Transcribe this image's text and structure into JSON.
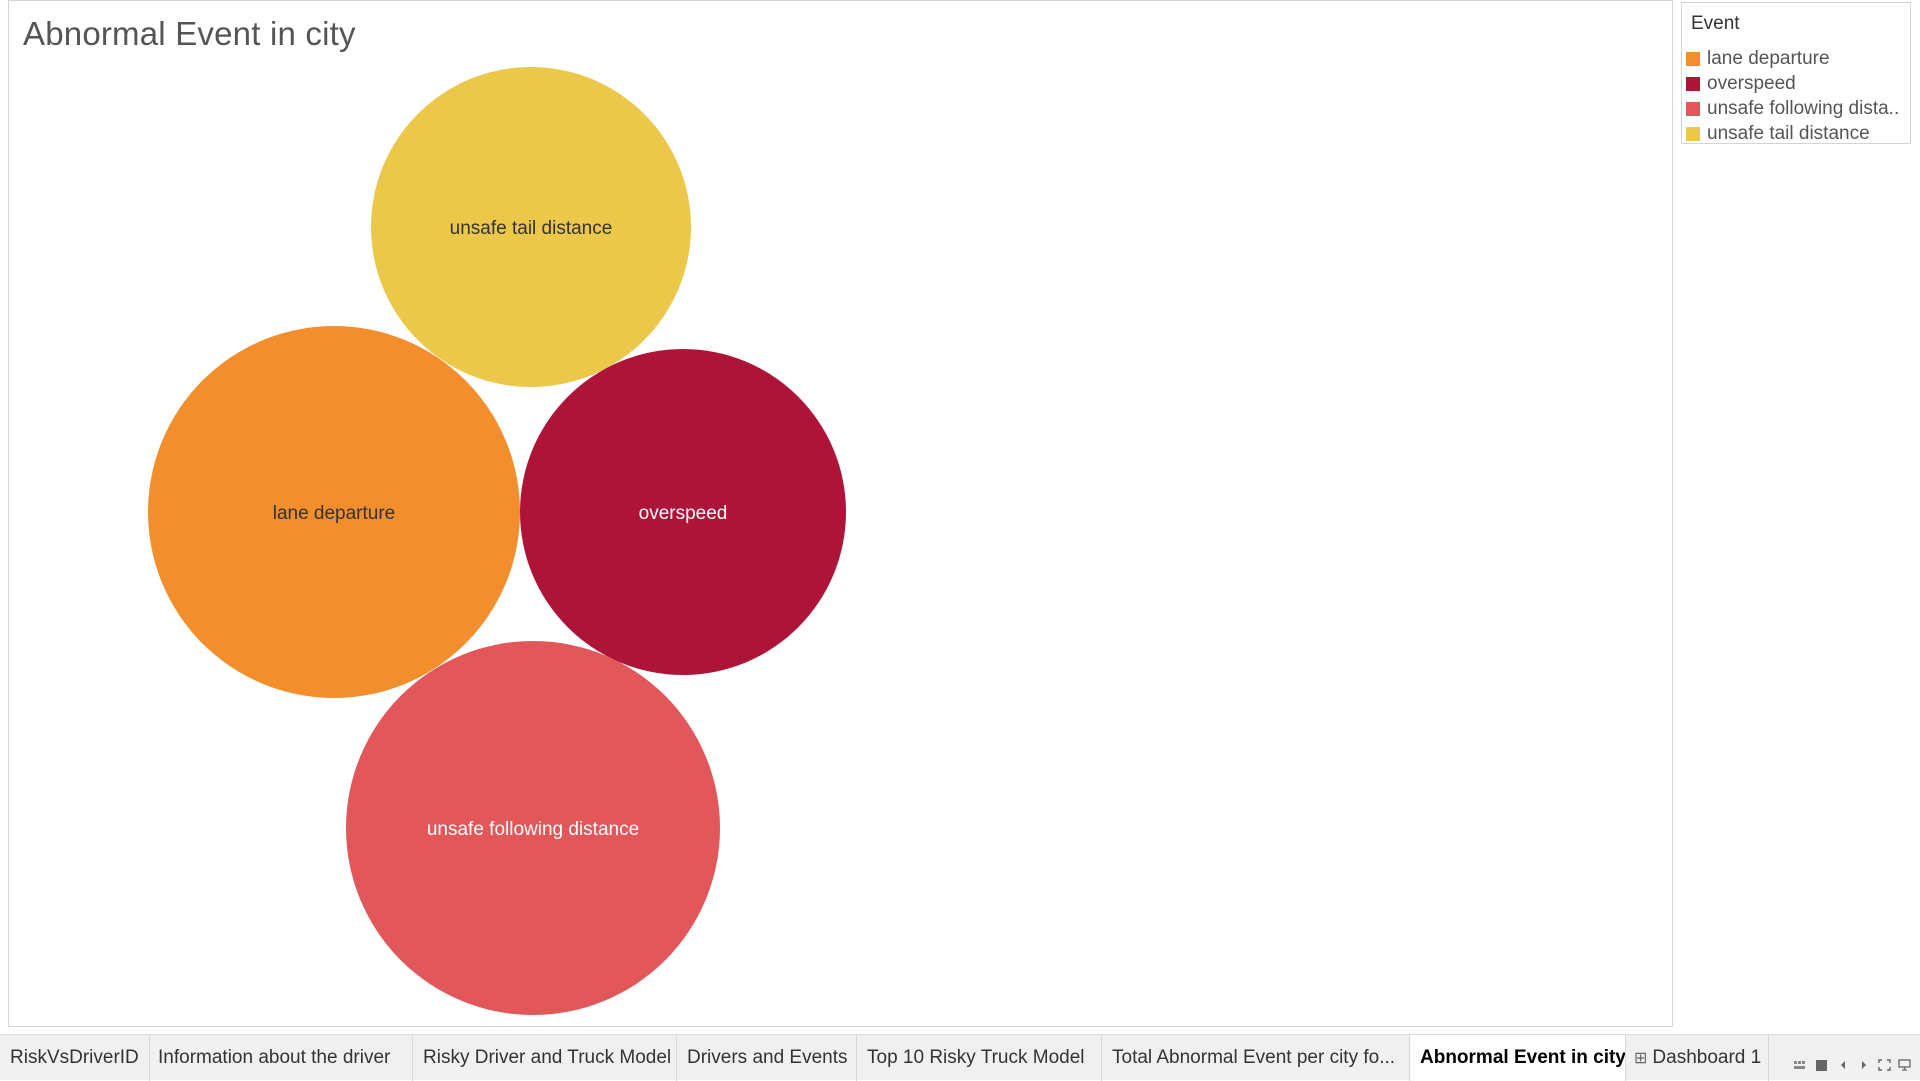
{
  "chart_data": {
    "type": "bubble",
    "title": "Abnormal Event in city",
    "legend": {
      "title": "Event",
      "placement": "right",
      "items": [
        {
          "label": "lane departure",
          "color": "#f28e2c"
        },
        {
          "label": "overspeed",
          "color": "#ad1438"
        },
        {
          "label": "unsafe following dista..",
          "color": "#e1575a"
        },
        {
          "label": "unsafe tail distance",
          "color": "#ebc84a"
        }
      ]
    },
    "bubbles": [
      {
        "label": "unsafe tail distance",
        "color": "#ebc84a",
        "text_color": "#333333"
      },
      {
        "label": "lane departure",
        "color": "#f28e2c",
        "text_color": "#333333"
      },
      {
        "label": "overspeed",
        "color": "#ad1438",
        "text_color": "#ffffff"
      },
      {
        "label": "unsafe following distance",
        "color": "#e1575a",
        "text_color": "#ffffff"
      }
    ]
  },
  "tabs": [
    {
      "label": "RiskVsDriverID",
      "active": false
    },
    {
      "label": "Information about the driver",
      "active": false
    },
    {
      "label": "Risky Driver and Truck Model",
      "active": false
    },
    {
      "label": "Drivers and Events",
      "active": false
    },
    {
      "label": "Top 10 Risky Truck Model",
      "active": false
    },
    {
      "label": "Total Abnormal Event per city fo...",
      "active": false
    },
    {
      "label": "Abnormal Event in city",
      "active": true
    },
    {
      "label": "Dashboard 1",
      "active": false,
      "icon": "dashboard-icon"
    }
  ],
  "nav_controls": [
    "show-filmstrip-icon",
    "show-tabs-icon",
    "prev-sheet-icon",
    "next-sheet-icon",
    "fit-screen-icon",
    "presentation-mode-icon"
  ]
}
